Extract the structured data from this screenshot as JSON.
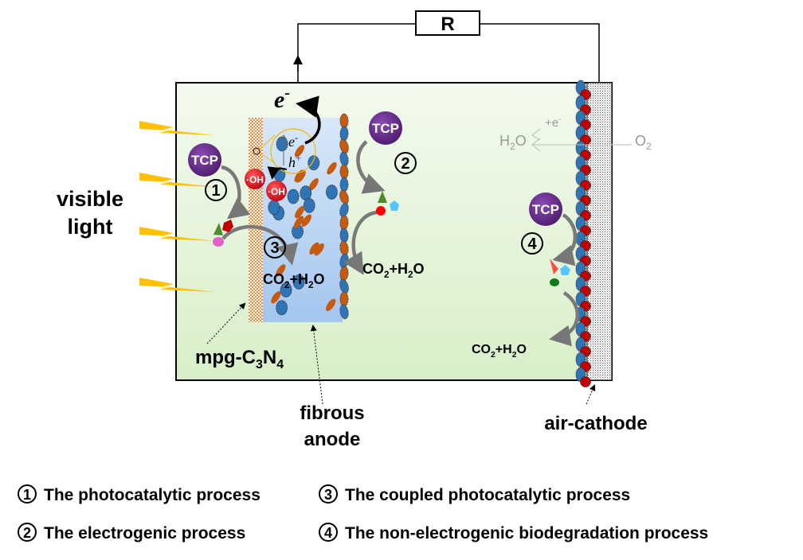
{
  "diagram": {
    "resistor_label": "R",
    "electron_label": "e",
    "electron_sup": "-",
    "band_electron": "e",
    "band_electron_sup": "-",
    "band_hole": "h",
    "band_hole_sup": "+",
    "hydroxyl_1": "·OH",
    "hydroxyl_2": "·OH",
    "tcp_labels": [
      "TCP",
      "TCP",
      "TCP"
    ],
    "step_markers": [
      "1",
      "2",
      "3",
      "4"
    ],
    "product_label_parts": [
      "CO",
      "2",
      "+H",
      "2",
      "O"
    ],
    "cathode_reaction": {
      "water": "H",
      "water_sub": "2",
      "water_o": "O",
      "plus_e": "+e",
      "plus_e_sup": "-",
      "oxygen": "O",
      "oxygen_sub": "2"
    },
    "visible_light": [
      "visible",
      "light"
    ],
    "mpg_label_parts": [
      "mpg-C",
      "3",
      "N",
      "4"
    ],
    "fibrous_anode": [
      "fibrous",
      "anode"
    ],
    "air_cathode": "air-cathode"
  },
  "legend": [
    {
      "num": "1",
      "text": "The photocatalytic process"
    },
    {
      "num": "2",
      "text": "The electrogenic process"
    },
    {
      "num": "3",
      "text": "The coupled photocatalytic process"
    },
    {
      "num": "4",
      "text": "The non-electrogenic biodegradation process"
    }
  ],
  "colors": {
    "tcp": "#6b2d91",
    "oh": "#e0202a",
    "chamber": "#e4f3da",
    "anode": "#b7d2f2",
    "mesh": "#f08a3c",
    "blue_bead": "#2f74b5",
    "red_bead": "#c00000",
    "brown_bead": "#c55a11"
  }
}
